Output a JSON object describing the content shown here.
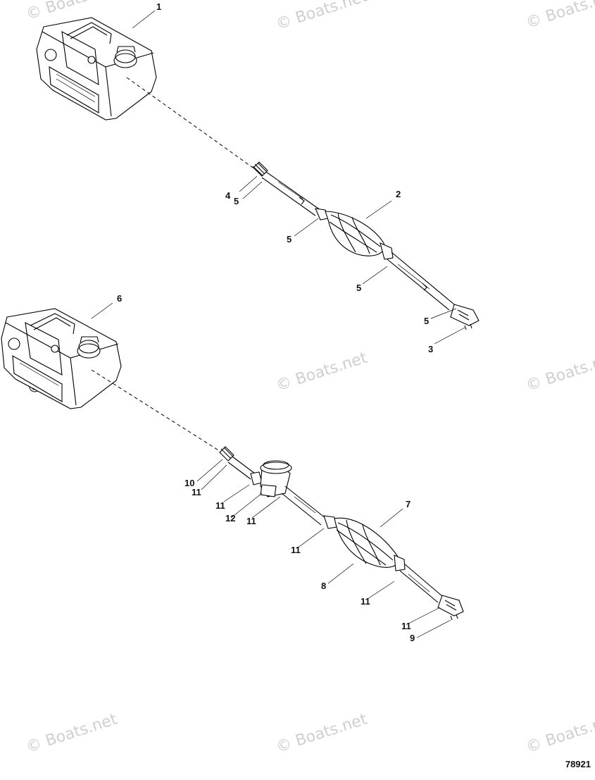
{
  "watermark": "© Boats.net",
  "drawing_number": "78921",
  "callouts": {
    "c1": "1",
    "c2": "2",
    "c3": "3",
    "c4": "4",
    "c5a": "5",
    "c5b": "5",
    "c5c": "5",
    "c5d": "5",
    "c6": "6",
    "c7": "7",
    "c8": "8",
    "c9": "9",
    "c10": "10",
    "c11a": "11",
    "c11b": "11",
    "c11c": "11",
    "c11d": "11",
    "c11e": "11",
    "c11f": "11",
    "c12": "12"
  }
}
